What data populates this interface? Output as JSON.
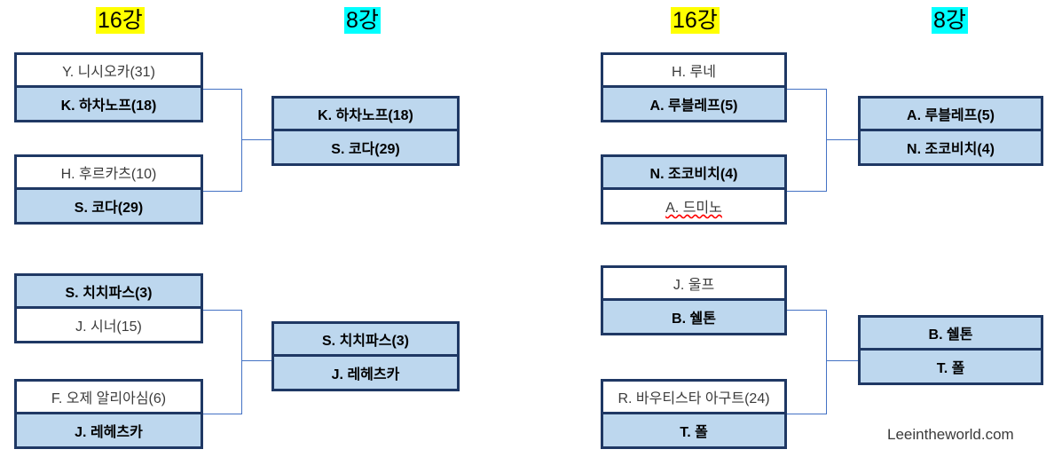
{
  "colors": {
    "box_border": "#1F3864",
    "winner_fill": "#BDD7EE",
    "loser_fill": "#FFFFFF",
    "connector": "#4472C4",
    "highlight_r16": "#FFFF00",
    "highlight_qf": "#00FFFF"
  },
  "headers": {
    "left_r16": "16강",
    "left_qf": "8강",
    "right_r16": "16강",
    "right_qf": "8강"
  },
  "watermark": "Leeintheworld.com",
  "bracket": {
    "left_half": {
      "r16": [
        {
          "slots": [
            {
              "name": "Y. 니시오카(31)",
              "winner": false,
              "misspelled": false
            },
            {
              "name": "K. 하차노프(18)",
              "winner": true,
              "misspelled": false
            }
          ]
        },
        {
          "slots": [
            {
              "name": "H. 후르카츠(10)",
              "winner": false,
              "misspelled": false
            },
            {
              "name": "S. 코다(29)",
              "winner": true,
              "misspelled": false
            }
          ]
        },
        {
          "slots": [
            {
              "name": "S. 치치파스(3)",
              "winner": true,
              "misspelled": false
            },
            {
              "name": "J. 시너(15)",
              "winner": false,
              "misspelled": false
            }
          ]
        },
        {
          "slots": [
            {
              "name": "F. 오제 알리아심(6)",
              "winner": false,
              "misspelled": false
            },
            {
              "name": "J. 레헤츠카",
              "winner": true,
              "misspelled": false
            }
          ]
        }
      ],
      "qf": [
        {
          "slots": [
            {
              "name": "K. 하차노프(18)",
              "winner": true,
              "misspelled": false
            },
            {
              "name": "S. 코다(29)",
              "winner": true,
              "misspelled": false
            }
          ]
        },
        {
          "slots": [
            {
              "name": "S. 치치파스(3)",
              "winner": true,
              "misspelled": false
            },
            {
              "name": "J. 레헤츠카",
              "winner": true,
              "misspelled": false
            }
          ]
        }
      ]
    },
    "right_half": {
      "r16": [
        {
          "slots": [
            {
              "name": "H. 루네",
              "winner": false,
              "misspelled": false
            },
            {
              "name": "A. 루블레프(5)",
              "winner": true,
              "misspelled": false
            }
          ]
        },
        {
          "slots": [
            {
              "name": "N. 조코비치(4)",
              "winner": true,
              "misspelled": false
            },
            {
              "name": "A. 드미노",
              "winner": false,
              "misspelled": true
            }
          ]
        },
        {
          "slots": [
            {
              "name": "J. 울프",
              "winner": false,
              "misspelled": false
            },
            {
              "name": "B. 쉘톤",
              "winner": true,
              "misspelled": false
            }
          ]
        },
        {
          "slots": [
            {
              "name": "R. 바우티스타 아구트(24)",
              "winner": false,
              "misspelled": false
            },
            {
              "name": "T. 폴",
              "winner": true,
              "misspelled": false
            }
          ]
        }
      ],
      "qf": [
        {
          "slots": [
            {
              "name": "A. 루블레프(5)",
              "winner": true,
              "misspelled": false
            },
            {
              "name": "N. 조코비치(4)",
              "winner": true,
              "misspelled": false
            }
          ]
        },
        {
          "slots": [
            {
              "name": "B. 쉘톤",
              "winner": true,
              "misspelled": false
            },
            {
              "name": "T. 폴",
              "winner": true,
              "misspelled": false
            }
          ]
        }
      ]
    }
  }
}
